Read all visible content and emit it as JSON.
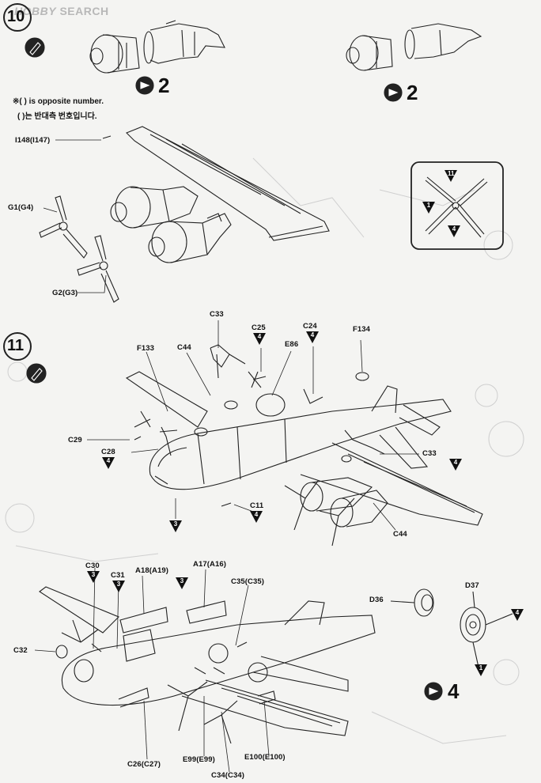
{
  "watermark": {
    "logo": "HOBBY",
    "text": "SEARCH"
  },
  "steps": [
    {
      "number": "10"
    },
    {
      "number": "11"
    }
  ],
  "refs": [
    {
      "number": "2"
    },
    {
      "number": "2"
    },
    {
      "number": "4"
    }
  ],
  "notes": {
    "english": "※( ) is opposite number.",
    "korean": "( )는 반대측 번호입니다."
  },
  "part_labels": {
    "i148": "I148(I147)",
    "g1": "G1(G4)",
    "g2": "G2(G3)",
    "c33a": "C33",
    "c25": "C25",
    "c24": "C24",
    "f134": "F134",
    "f133": "F133",
    "c44a": "C44",
    "e86": "E86",
    "c29": "C29",
    "c28": "C28",
    "c33b": "C33",
    "c11": "C11",
    "c44b": "C44",
    "c30": "C30",
    "c31": "C31",
    "a18": "A18(A19)",
    "a17": "A17(A16)",
    "c35": "C35(C35)",
    "c32": "C32",
    "d36": "D36",
    "d37": "D37",
    "c26": "C26(C27)",
    "e99": "E99(E99)",
    "e100": "E100(E100)",
    "c34": "C34(C34)"
  },
  "marks": {
    "one": "1",
    "three": "3",
    "four": "4",
    "eleven": "11"
  }
}
